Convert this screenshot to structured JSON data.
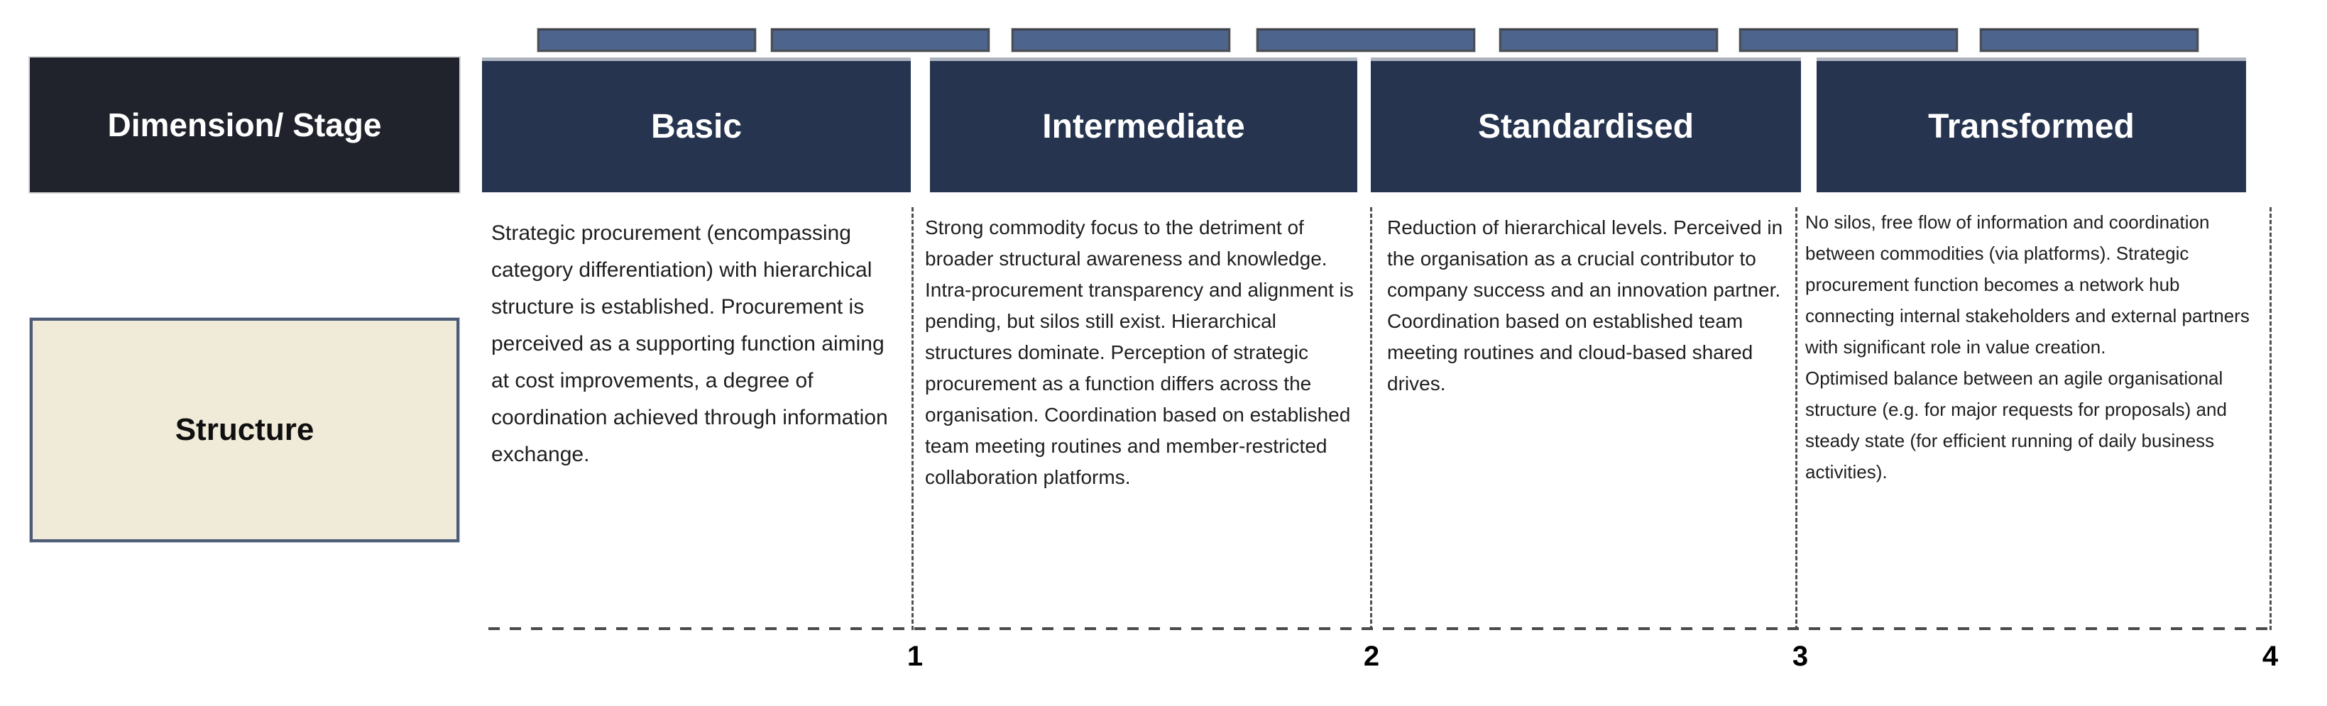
{
  "matrix": {
    "corner_label": "Dimension/ Stage",
    "row_label": "Structure",
    "stages": [
      {
        "label": "Basic",
        "description": "Strategic procurement (encompassing category differentiation) with hierarchical structure is established. Procurement is perceived as a supporting function aiming at cost improvements, a degree of coordination achieved through information exchange."
      },
      {
        "label": "Intermediate",
        "description": "Strong commodity focus to the detriment of broader structural awareness and knowledge. Intra-procurement transparency and alignment is pending, but silos still exist. Hierarchical structures dominate. Perception of strategic procurement as a function differs across the organisation. Coordination based on established team meeting routines and member-restricted collaboration platforms."
      },
      {
        "label": "Standardised",
        "description": "Reduction of hierarchical levels. Perceived in the organisation as a crucial contributor to company success and an innovation partner. Coordination based on established team meeting routines and cloud-based shared drives."
      },
      {
        "label": "Transformed",
        "description": "No silos, free flow of information and coordination between commodities (via platforms). Strategic procurement function becomes a network hub connecting internal stakeholders and external partners with significant role in value creation.\nOptimised balance between an agile organisational structure (e.g. for major requests for proposals) and steady state (for efficient running of daily business activities)."
      }
    ],
    "scale_markers": [
      "1",
      "2",
      "3",
      "4"
    ]
  },
  "colors": {
    "header_navy": "#263450",
    "corner_black": "#20222c",
    "step_bar_blue": "#4d648c",
    "row_label_cream": "#f0ead9",
    "row_label_border": "#4c5c77",
    "body_text": "#1f1f1f",
    "dashed_line": "#4f4f4f"
  }
}
